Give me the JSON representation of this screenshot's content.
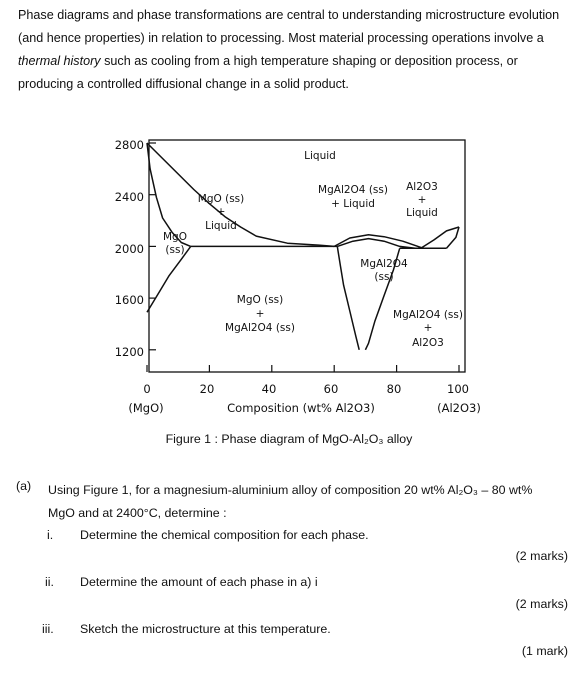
{
  "intro": {
    "before": "Phase diagrams and phase transformations are central to understanding microstructure evolution (and hence properties) in relation to processing. Most material processing operations involve a ",
    "emphasis": "thermal history",
    "after": " such as cooling from a high temperature shaping or deposition process, or producing a controlled diffusional change in a solid product."
  },
  "chart_data": {
    "type": "phase-diagram",
    "title": "Figure 1 : Phase diagram of MgO-Al₂O₃ alloy",
    "xlabel": "Composition (wt% Al2O3)",
    "x_ticks": [
      "0",
      "20",
      "40",
      "60",
      "80",
      "100"
    ],
    "x_end_labels": {
      "left": "(MgO)",
      "right": "(Al2O3)"
    },
    "y_ticks": [
      "2800",
      "2400",
      "2000",
      "1600",
      "1200"
    ],
    "xlim": [
      0,
      100
    ],
    "ylim": [
      1100,
      2800
    ],
    "region_labels": [
      {
        "lines": [
          "Liquid"
        ]
      },
      {
        "lines": [
          "MgO (ss)",
          "+",
          "Liquid"
        ]
      },
      {
        "lines": [
          "MgO",
          "(ss)"
        ]
      },
      {
        "lines": [
          "MgAl2O4 (ss)",
          "+ Liquid"
        ]
      },
      {
        "lines": [
          "Al2O3",
          "+",
          "Liquid"
        ]
      },
      {
        "lines": [
          "MgAl2O4",
          "(ss)"
        ]
      },
      {
        "lines": [
          "MgO (ss)",
          "+",
          "MgAl2O4 (ss)"
        ]
      },
      {
        "lines": [
          "MgAl2O4 (ss)",
          "+",
          "Al2O3"
        ]
      }
    ],
    "phase_boundaries": {
      "mgo_liquidus": [
        [
          0,
          2800
        ],
        [
          5,
          2680
        ],
        [
          10,
          2560
        ],
        [
          15,
          2440
        ],
        [
          20,
          2330
        ],
        [
          25,
          2230
        ],
        [
          30,
          2150
        ],
        [
          35,
          2080
        ],
        [
          45,
          2025
        ],
        [
          55,
          2010
        ],
        [
          60,
          2000
        ]
      ],
      "mgo_solidus": [
        [
          0,
          2800
        ],
        [
          1,
          2600
        ],
        [
          3,
          2380
        ],
        [
          5,
          2220
        ],
        [
          8,
          2110
        ],
        [
          11,
          2030
        ],
        [
          14,
          2000
        ]
      ],
      "eutectic_1": [
        [
          14,
          2000
        ],
        [
          61,
          2000
        ]
      ],
      "mgo_solvus": [
        [
          14,
          2000
        ],
        [
          11,
          1900
        ],
        [
          7,
          1770
        ],
        [
          4,
          1650
        ],
        [
          1,
          1530
        ],
        [
          0,
          1490
        ]
      ],
      "spinel_liquidus": [
        [
          60,
          2000
        ],
        [
          65,
          2065
        ],
        [
          71,
          2090
        ],
        [
          76,
          2075
        ],
        [
          82,
          2040
        ],
        [
          88,
          1990
        ]
      ],
      "spinel_solidus": [
        [
          61,
          2000
        ],
        [
          66,
          2040
        ],
        [
          71,
          2060
        ],
        [
          76,
          2040
        ],
        [
          81,
          2000
        ],
        [
          86,
          1985
        ]
      ],
      "eutectic_2": [
        [
          81,
          1985
        ],
        [
          96,
          1985
        ]
      ],
      "spinel_left_solvus": [
        [
          61,
          2000
        ],
        [
          62,
          1850
        ],
        [
          63,
          1700
        ],
        [
          64,
          1600
        ],
        [
          65,
          1500
        ],
        [
          66,
          1400
        ],
        [
          67,
          1300
        ],
        [
          68,
          1200
        ]
      ],
      "spinel_right_solvus": [
        [
          81,
          1985
        ],
        [
          79,
          1820
        ],
        [
          76,
          1620
        ],
        [
          73,
          1420
        ],
        [
          71,
          1250
        ],
        [
          70,
          1200
        ]
      ],
      "al2o3_liquidus": [
        [
          88,
          1990
        ],
        [
          92,
          2050
        ],
        [
          96,
          2120
        ],
        [
          100,
          2150
        ]
      ],
      "al2o3_solidus": [
        [
          96,
          1985
        ],
        [
          99,
          2070
        ],
        [
          100,
          2150
        ]
      ]
    }
  },
  "question": {
    "label": "(a)",
    "text": "Using Figure 1, for a magnesium-aluminium alloy of composition 20 wt% Al₂O₃ – 80 wt% MgO and at 2400°C, determine :",
    "parts": [
      {
        "num": "i.",
        "text": "Determine the chemical composition for each phase.",
        "marks": "(2 marks)"
      },
      {
        "num": "ii.",
        "text": "Determine the amount of each phase in a) i",
        "marks": "(2 marks)"
      },
      {
        "num": "iii.",
        "text": "Sketch the microstructure at this temperature.",
        "marks": "(1 mark)"
      }
    ]
  }
}
